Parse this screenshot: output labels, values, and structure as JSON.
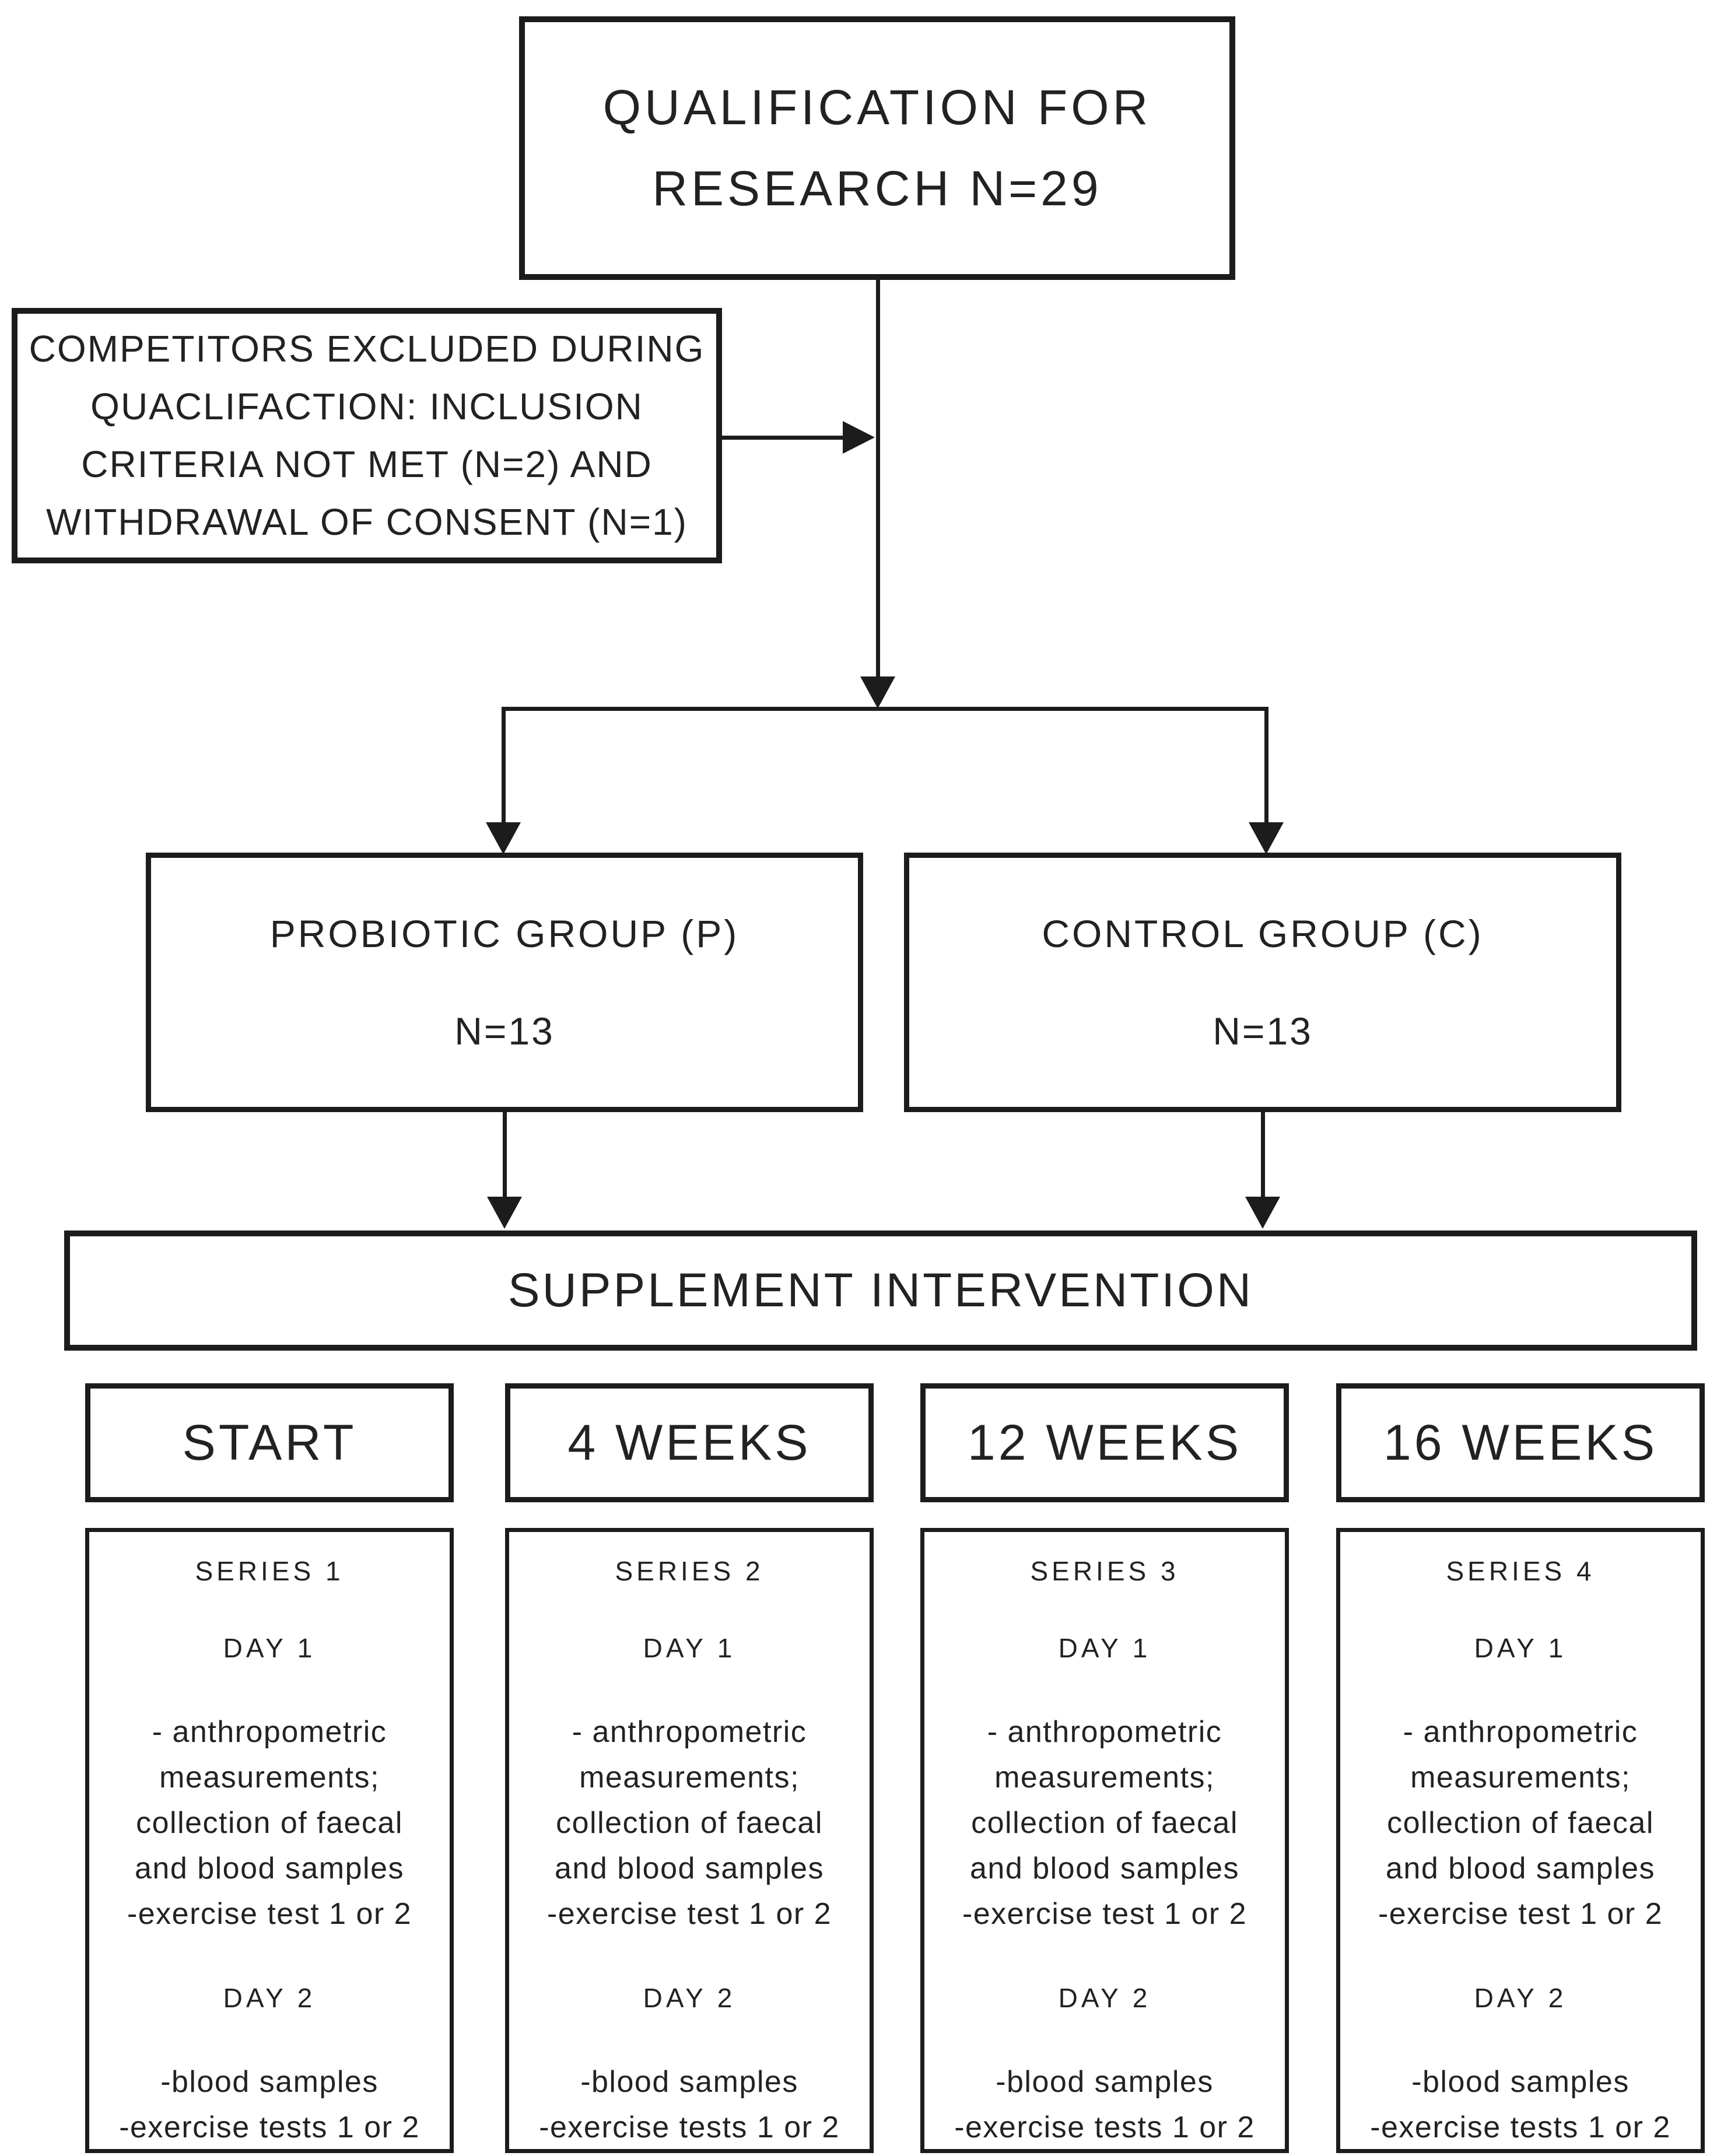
{
  "colors": {
    "ink": "#1c1c1c",
    "background": "#ffffff"
  },
  "diagram": {
    "qualification": {
      "text": "QUALIFICATION FOR\nRESEARCH N=29"
    },
    "exclusion": {
      "text": "COMPETITORS EXCLUDED DURING\nQUACLIFACTION: INCLUSION\nCRITERIA NOT MET (N=2) AND\nWITHDRAWAL OF CONSENT (N=1)"
    },
    "probiotic_group": {
      "title": "PROBIOTIC GROUP (P)",
      "n": "N=13"
    },
    "control_group": {
      "title": "CONTROL GROUP (C)",
      "n": "N=13"
    },
    "intervention": {
      "title": "SUPPLEMENT INTERVENTION"
    },
    "columns": [
      {
        "header": "START",
        "series": "SERIES 1",
        "day1_label": "DAY 1",
        "day1_text": "- anthropometric\nmeasurements;\ncollection of faecal\nand blood samples\n-exercise test 1 or 2",
        "day2_label": "DAY 2",
        "day2_text": "-blood samples\n-exercise tests 1 or 2"
      },
      {
        "header": "4 WEEKS",
        "series": "SERIES 2",
        "day1_label": "DAY 1",
        "day1_text": "- anthropometric\nmeasurements;\ncollection of faecal\nand blood samples\n-exercise test 1 or 2",
        "day2_label": "DAY 2",
        "day2_text": "-blood samples\n-exercise tests 1 or 2"
      },
      {
        "header": "12 WEEKS",
        "series": "SERIES 3",
        "day1_label": "DAY 1",
        "day1_text": "- anthropometric\nmeasurements;\ncollection of faecal\nand blood samples\n-exercise test 1 or 2",
        "day2_label": "DAY 2",
        "day2_text": "-blood samples\n-exercise tests 1 or 2"
      },
      {
        "header": "16 WEEKS",
        "series": "SERIES 4",
        "day1_label": "DAY 1",
        "day1_text": "- anthropometric\nmeasurements;\ncollection of faecal\nand blood samples\n-exercise test 1 or 2",
        "day2_label": "DAY 2",
        "day2_text": "-blood samples\n-exercise tests 1 or 2"
      }
    ]
  }
}
